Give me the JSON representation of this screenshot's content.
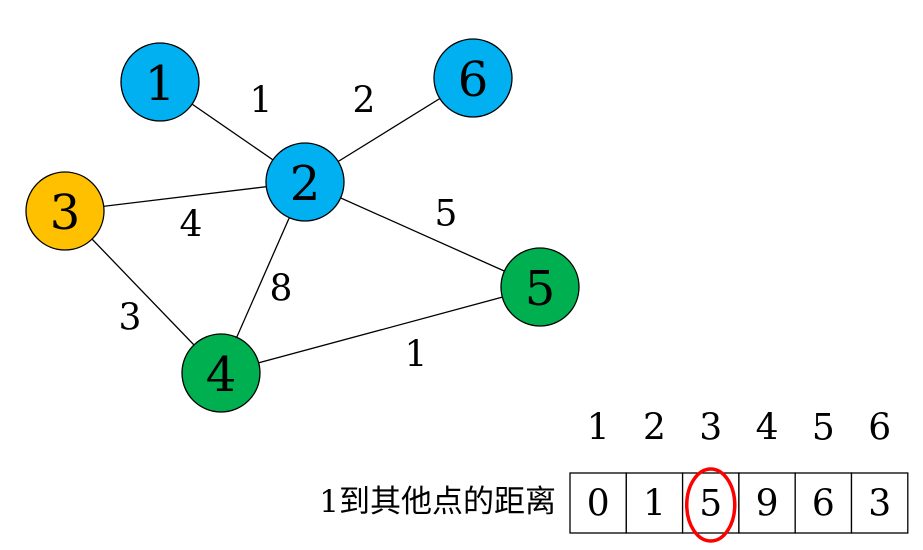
{
  "graph": {
    "nodes": [
      {
        "id": "1",
        "label": "1",
        "color": "#00B0F0"
      },
      {
        "id": "2",
        "label": "2",
        "color": "#00B0F0"
      },
      {
        "id": "3",
        "label": "3",
        "color": "#FFC000"
      },
      {
        "id": "4",
        "label": "4",
        "color": "#00B050"
      },
      {
        "id": "5",
        "label": "5",
        "color": "#00B050"
      },
      {
        "id": "6",
        "label": "6",
        "color": "#00B0F0"
      }
    ],
    "edges": [
      {
        "from": "1",
        "to": "2",
        "weight": "1"
      },
      {
        "from": "2",
        "to": "6",
        "weight": "2"
      },
      {
        "from": "3",
        "to": "2",
        "weight": "4"
      },
      {
        "from": "2",
        "to": "5",
        "weight": "5"
      },
      {
        "from": "2",
        "to": "4",
        "weight": "8"
      },
      {
        "from": "3",
        "to": "4",
        "weight": "3"
      },
      {
        "from": "4",
        "to": "5",
        "weight": "1"
      }
    ]
  },
  "distance_table": {
    "label": "1到其他点的距离",
    "headers": [
      "1",
      "2",
      "3",
      "4",
      "5",
      "6"
    ],
    "values": [
      "0",
      "1",
      "5",
      "9",
      "6",
      "3"
    ],
    "highlighted_column": "3",
    "highlight_color": "#FF0000"
  }
}
